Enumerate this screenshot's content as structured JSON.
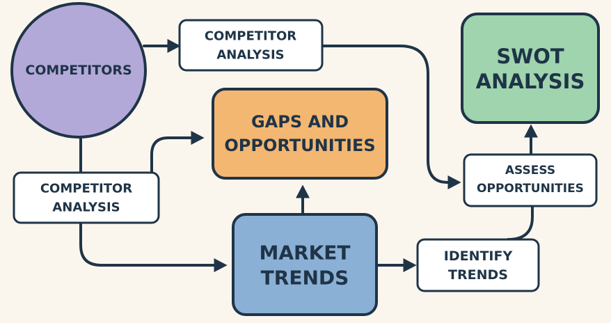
{
  "colors": {
    "background": "#faf6ee",
    "outline": "#1f3447",
    "text": "#1f3447",
    "competitors_fill": "#b3a9d9",
    "gaps_fill": "#f3b772",
    "swot_fill": "#9fd4ae",
    "trends_fill": "#8bb0d6",
    "box_fill": "#ffffff"
  },
  "nodes": {
    "competitors": {
      "label": "COMPETITORS"
    },
    "competitor_analysis_top": {
      "line1": "COMPETITOR",
      "line2": "ANALYSIS"
    },
    "competitor_analysis_left": {
      "line1": "COMPETITOR",
      "line2": "ANALYSIS"
    },
    "gaps_and_opportunities": {
      "line1": "GAPS AND",
      "line2": "OPPORTUNITIES"
    },
    "market_trends": {
      "line1": "MARKET",
      "line2": "TRENDS"
    },
    "swot_analysis": {
      "line1": "SWOT",
      "line2": "ANALYSIS"
    },
    "assess_opportunities": {
      "line1": "ASSESS",
      "line2": "OPPORTUNITIES"
    },
    "identify_trends": {
      "line1": "IDENTIFY",
      "line2": "TRENDS"
    }
  }
}
